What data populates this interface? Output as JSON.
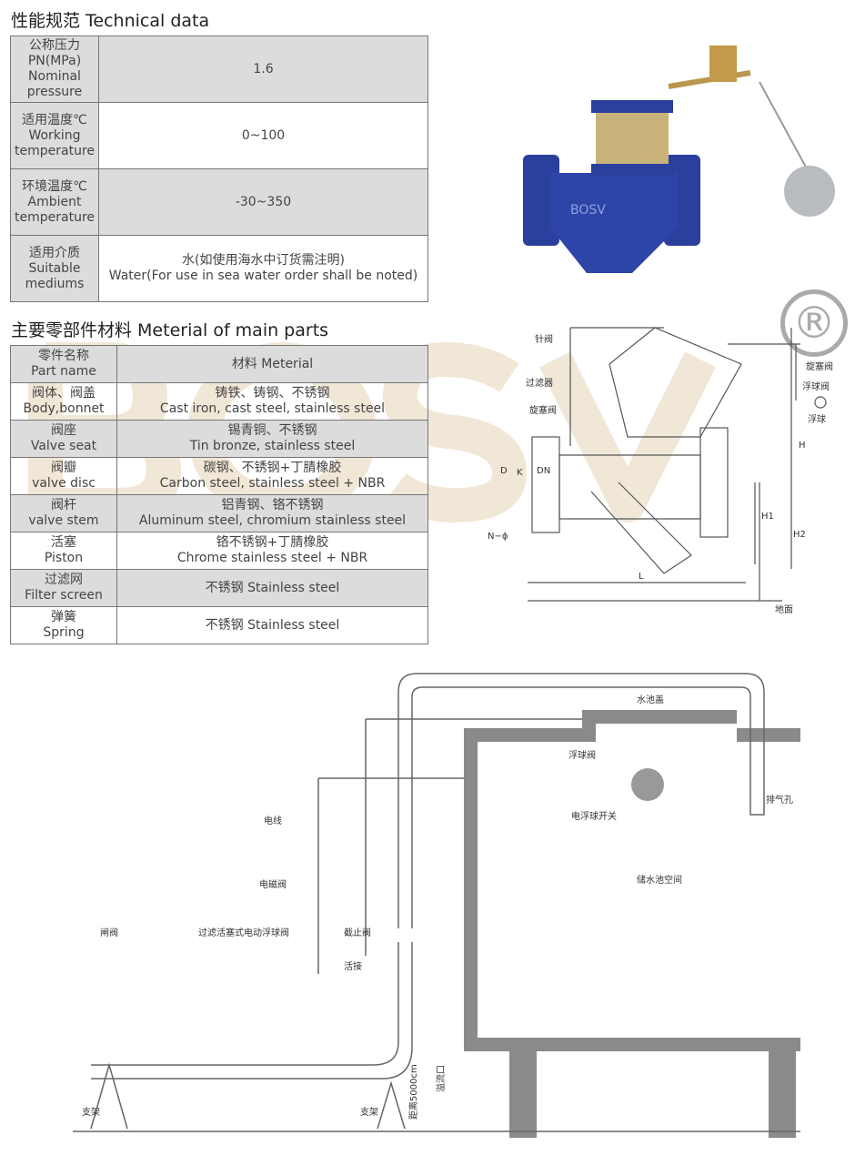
{
  "technical": {
    "heading": "性能规范 Technical data",
    "rows": [
      {
        "label_cn": "公称压力",
        "label_en1": "PN(MPa)",
        "label_en2": "Nominal",
        "label_en3": "pressure",
        "value": "1.6"
      },
      {
        "label_cn": "适用温度℃",
        "label_en1": "Working",
        "label_en2": "temperature",
        "value": "0~100"
      },
      {
        "label_cn": "环境温度℃",
        "label_en1": "Ambient",
        "label_en2": "temperature",
        "value": "-30~350"
      },
      {
        "label_cn": "适用介质",
        "label_en1": "Suitable",
        "label_en2": "mediums",
        "value": "水(如使用海水中订货需注明)",
        "value2": "Water(For use in sea water order shall be noted)"
      }
    ]
  },
  "materials": {
    "heading": "主要零部件材料 Meterial of main parts",
    "header": {
      "cn": "零件名称",
      "en": "Part name",
      "value": "材料 Meterial"
    },
    "rows": [
      {
        "cn": "阀体、阀盖",
        "en": "Body,bonnet",
        "v1": "铸铁、铸钢、不锈钢",
        "v2": "Cast iron, cast steel, stainless steel"
      },
      {
        "cn": "阀座",
        "en": "Valve seat",
        "v1": "锡青铜、不锈钢",
        "v2": "Tin bronze, stainless steel"
      },
      {
        "cn": "阀瓣",
        "en": "valve disc",
        "v1": "碳钢、不锈钢+丁腈橡胶",
        "v2": "Carbon steel, stainless steel + NBR"
      },
      {
        "cn": "阀杆",
        "en": "valve stem",
        "v1": "铝青钢、铬不锈钢",
        "v2": "Aluminum steel, chromium stainless steel"
      },
      {
        "cn": "活塞",
        "en": "Piston",
        "v1": "铬不锈钢+丁腈橡胶",
        "v2": "Chrome stainless steel + NBR"
      },
      {
        "cn": "过滤网",
        "en": "Filter screen",
        "v1": "不锈钢 Stainless steel"
      },
      {
        "cn": "弹簧",
        "en": "Spring",
        "v1": "不锈钢 Stainless steel"
      }
    ]
  },
  "watermark": "BOSV",
  "registered": "®",
  "valve_photo": {
    "brand": "BOSV"
  },
  "schematic": {
    "needle_valve": "针阀",
    "filter": "过滤器",
    "plug_valve_left": "旋塞阀",
    "plug_valve_right": "旋塞阀",
    "float_valve": "浮球阀",
    "float_ball": "浮球",
    "H": "H",
    "H1": "H1",
    "H2": "H2",
    "L": "L",
    "D": "D",
    "K": "K",
    "DN": "DN",
    "N": "N−ϕ",
    "ground": "地面"
  },
  "installation": {
    "gate_valve": "闸阀",
    "main_valve": "过滤活塞式电动浮球阀",
    "solenoid": "电磁阀",
    "stop_valve": "截止阀",
    "union": "活接",
    "wire": "电线",
    "tank_cover": "水池盖",
    "float_valve": "浮球阀",
    "vent": "排气孔",
    "float_switch": "电浮球开关",
    "tank_space": "储水池空间",
    "support_left": "支架",
    "support_right": "支架",
    "distance": "距离5000cm",
    "overflow": "溢流口"
  }
}
